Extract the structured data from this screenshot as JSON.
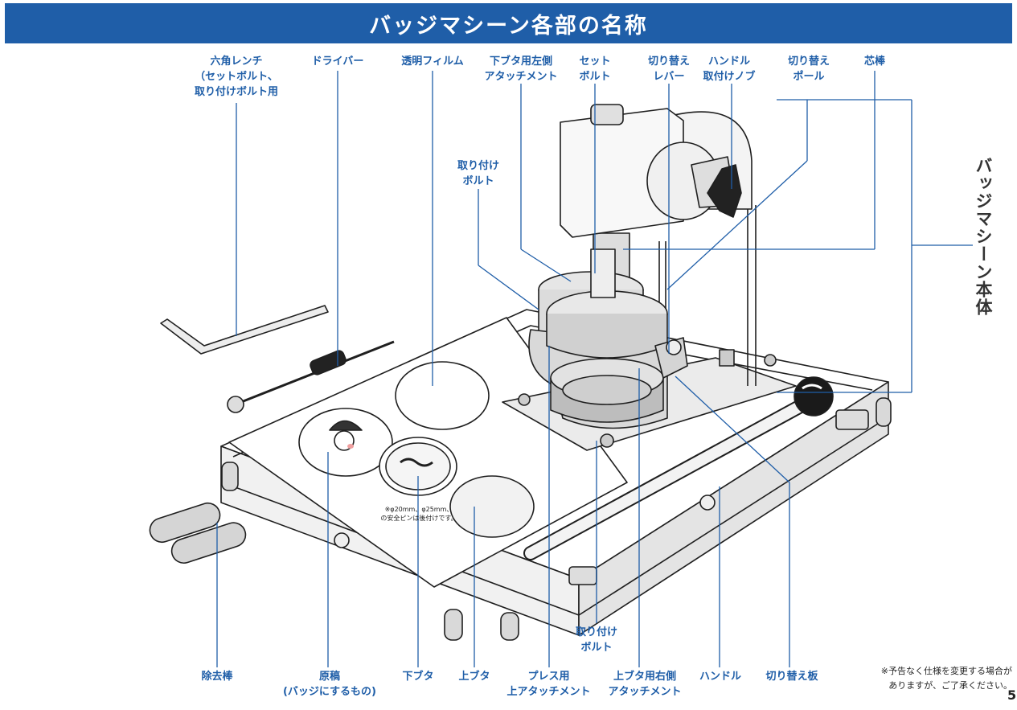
{
  "title": "バッジマシーン各部の名称",
  "colors": {
    "banner": "#1f5ea8",
    "label": "#1f5ea8",
    "leader": "#1f5ea8",
    "drawing": "#1f1f1f"
  },
  "main_body_label": "バッジマシーン本体",
  "labels": {
    "hex_wrench": [
      "六角レンチ",
      "（セットボルト、",
      "取り付けボルト用"
    ],
    "screwdriver": [
      "ドライバー"
    ],
    "clear_film": [
      "透明フィルム"
    ],
    "lower_lid_left": [
      "下ブタ用左側",
      "アタッチメント"
    ],
    "set_bolt": [
      "セット",
      "ボルト"
    ],
    "switch_lever": [
      "切り替え",
      "レバー"
    ],
    "handle_knob": [
      "ハンドル",
      "取付けノブ"
    ],
    "switch_pole": [
      "切り替え",
      "ポール"
    ],
    "core_rod": [
      "芯棒"
    ],
    "mount_bolt_top": [
      "取り付け",
      "ボルト"
    ],
    "mount_bolt_bottom": [
      "取り付け",
      "ボルト"
    ],
    "removal_rod": [
      "除去棒"
    ],
    "artwork": [
      "原稿",
      "(バッジにするもの)"
    ],
    "lower_lid": [
      "下ブタ"
    ],
    "upper_lid": [
      "上ブタ"
    ],
    "press_upper": [
      "プレス用",
      "上アタッチメント"
    ],
    "upper_lid_right": [
      "上ブタ用右側",
      "アタッチメント"
    ],
    "handle": [
      "ハンドル"
    ],
    "switch_plate": [
      "切り替え板"
    ]
  },
  "pin_note": [
    "※φ20mm、φ25mm、",
    "の安全ピンは後付けです。"
  ],
  "footnote": [
    "※予告なく仕様を変更する場合が",
    "ありますが、ご了承ください。"
  ],
  "page_number": "5"
}
